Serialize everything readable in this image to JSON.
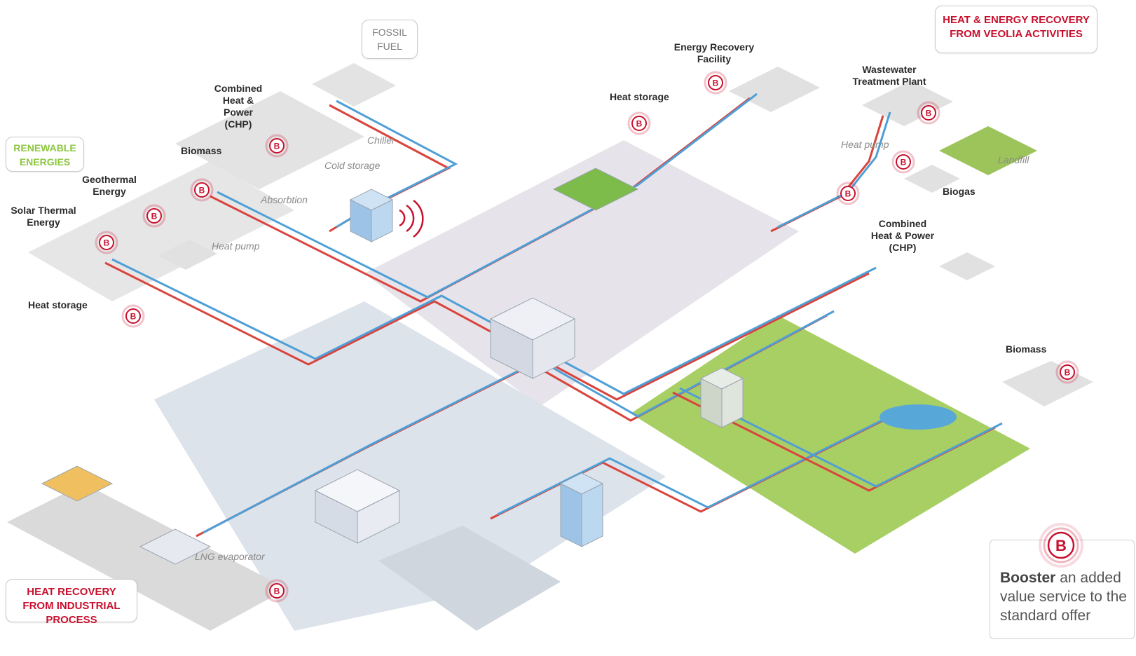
{
  "colors": {
    "hot_pipe": "#d9443d",
    "cold_pipe": "#4f9fd6",
    "booster_red": "#c8102e",
    "renewable_green": "#8dc63f",
    "ground_gray": "#e7e6ea",
    "ground_blue": "#dfe6ec",
    "ground_green": "#a8cf63"
  },
  "callouts": {
    "renewable": "RENEWABLE ENERGIES",
    "fossil": "FOSSIL FUEL",
    "veolia_recovery": "HEAT & ENERGY RECOVERY FROM VEOLIA ACTIVITIES",
    "industrial": "HEAT RECOVERY FROM INDUSTRIAL PROCESS"
  },
  "labels": {
    "chp_left": "Combined Heat & Power (CHP)",
    "biomass_left": "Biomass",
    "geothermal": "Geothermal Energy",
    "solar_thermal": "Solar Thermal Energy",
    "heat_storage_left": "Heat storage",
    "heat_storage_center": "Heat storage",
    "energy_recovery": "Energy Recovery Facility",
    "wastewater": "Wastewater Treatment Plant",
    "biogas": "Biogas",
    "chp_right": "Combined Heat & Power (CHP)",
    "biomass_right": "Biomass"
  },
  "italic_labels": {
    "chiller": "Chiller",
    "cold_storage": "Cold storage",
    "absorbtion": "Absorbtion",
    "heat_pump_left": "Heat pump",
    "heat_pump_right": "Heat pump",
    "landfill": "Landfill",
    "lng": "LNG evaporator"
  },
  "booster_badge": "B",
  "legend": {
    "badge": "B",
    "bold": "Booster",
    "text": "an added value service to the standard offer"
  }
}
